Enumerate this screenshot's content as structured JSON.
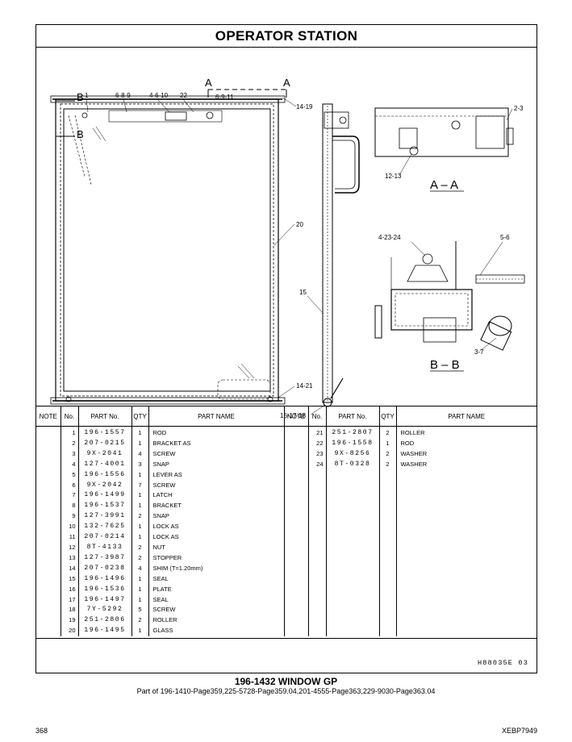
{
  "header": {
    "title": "OPERATOR  STATION"
  },
  "illustration": {
    "section_labels": {
      "aa": "A – A",
      "bb": "B – B"
    },
    "view_letters": {
      "a": "A",
      "b": "B"
    },
    "callouts": {
      "c1": "1",
      "c689": "6-8-9",
      "c4610": "4-6-10",
      "c22": "22",
      "c6911": "6-9-11",
      "c1419": "14-19",
      "c23": "2-3",
      "c1213": "12-13",
      "c20": "20",
      "c42324": "4-23-24",
      "c56": "5-6",
      "c15": "15",
      "c37": "3-7",
      "c1421": "14-21",
      "c161718": "16-17-18"
    }
  },
  "table": {
    "headers": {
      "note": "NOTE",
      "no": "No.",
      "part_no": "PART No.",
      "qty": "QTY",
      "part_name": "PART NAME"
    },
    "left_rows": [
      {
        "no": "1",
        "pn": "196-1557",
        "qty": "1",
        "name": "ROD"
      },
      {
        "no": "2",
        "pn": "207-0215",
        "qty": "1",
        "name": "BRACKET AS"
      },
      {
        "no": "3",
        "pn": "9X-2041",
        "qty": "4",
        "name": "SCREW"
      },
      {
        "no": "4",
        "pn": "127-4001",
        "qty": "3",
        "name": "SNAP"
      },
      {
        "no": "5",
        "pn": "196-1556",
        "qty": "1",
        "name": "LEVER AS"
      },
      {
        "no": "6",
        "pn": "9X-2042",
        "qty": "7",
        "name": "SCREW"
      },
      {
        "no": "7",
        "pn": "196-1499",
        "qty": "1",
        "name": "LATCH"
      },
      {
        "no": "8",
        "pn": "196-1537",
        "qty": "1",
        "name": "BRACKET"
      },
      {
        "no": "9",
        "pn": "127-3991",
        "qty": "2",
        "name": "SNAP"
      },
      {
        "no": "10",
        "pn": "132-7625",
        "qty": "1",
        "name": "LOCK AS"
      },
      {
        "no": "11",
        "pn": "207-0214",
        "qty": "1",
        "name": "LOCK AS"
      },
      {
        "no": "12",
        "pn": "8T-4133",
        "qty": "2",
        "name": "NUT"
      },
      {
        "no": "13",
        "pn": "127-3987",
        "qty": "2",
        "name": "STOPPER"
      },
      {
        "no": "14",
        "pn": "207-0238",
        "qty": "4",
        "name": "SHIM (T=1.20mm)"
      },
      {
        "no": "15",
        "pn": "196-1496",
        "qty": "1",
        "name": "SEAL"
      },
      {
        "no": "16",
        "pn": "196-1536",
        "qty": "1",
        "name": "PLATE"
      },
      {
        "no": "17",
        "pn": "196-1497",
        "qty": "1",
        "name": "SEAL"
      },
      {
        "no": "18",
        "pn": "7Y-5292",
        "qty": "5",
        "name": "SCREW"
      },
      {
        "no": "19",
        "pn": "251-2806",
        "qty": "2",
        "name": "ROLLER"
      },
      {
        "no": "20",
        "pn": "196-1495",
        "qty": "1",
        "name": "GLASS"
      }
    ],
    "right_rows": [
      {
        "no": "21",
        "pn": "251-2807",
        "qty": "2",
        "name": "ROLLER"
      },
      {
        "no": "22",
        "pn": "196-1558",
        "qty": "1",
        "name": "ROD"
      },
      {
        "no": "23",
        "pn": "9X-8256",
        "qty": "2",
        "name": "WASHER"
      },
      {
        "no": "24",
        "pn": "8T-0328",
        "qty": "2",
        "name": "WASHER"
      }
    ],
    "drawing_ref": "H88035E   03"
  },
  "footer": {
    "group_title": "196-1432  WINDOW  GP",
    "part_of": "Part of 196-1410-Page359,225-5728-Page359.04,201-4555-Page363,229-9030-Page363.04",
    "page_number": "368",
    "doc_code": "XEBP7949"
  }
}
